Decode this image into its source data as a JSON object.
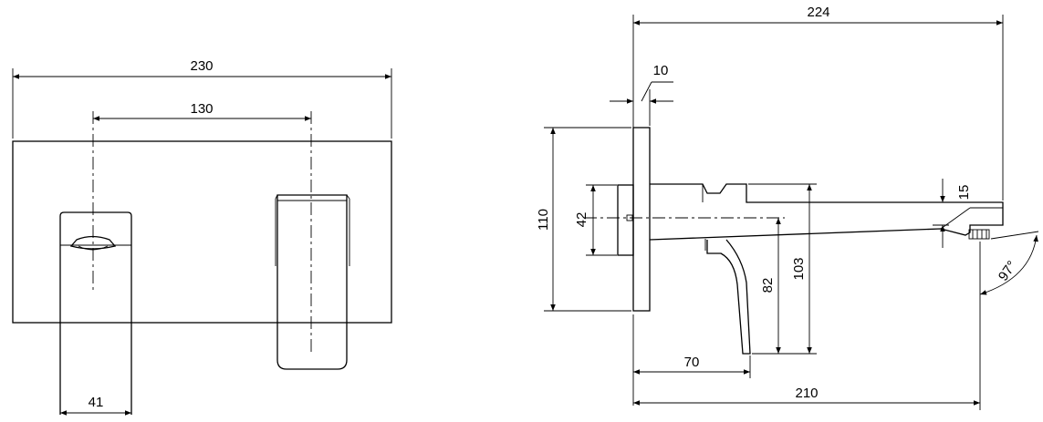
{
  "dimensions": {
    "front_width": "230",
    "front_center_spacing": "130",
    "front_handle_width": "41",
    "side_total_length": "224",
    "side_plate_thickness": "10",
    "side_plate_height": "110",
    "side_body_height": "42",
    "side_spout_height": "103",
    "side_handle_height": "82",
    "side_handle_depth": "70",
    "side_spout_reach": "210",
    "side_outlet_height": "15",
    "side_outlet_angle": "97°"
  }
}
